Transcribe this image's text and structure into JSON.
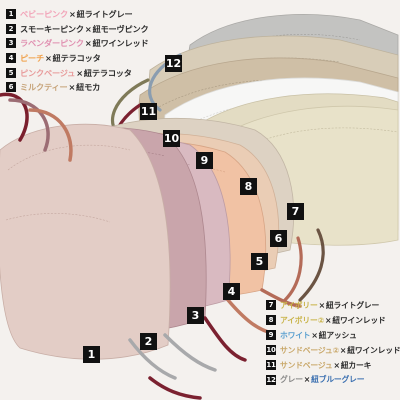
{
  "legend_left": [
    {
      "num": "1",
      "mask": "ベビーピンク",
      "mask_color": "#f2a3b8",
      "strap": "紐ライトグレー",
      "strap_color": "#3a3a3a"
    },
    {
      "num": "2",
      "mask": "スモーキーピンク",
      "mask_color": "#3a3a3a",
      "strap": "紐モーヴピンク",
      "strap_color": "#3a3a3a"
    },
    {
      "num": "3",
      "mask": "ラベンダーピンク",
      "mask_color": "#e08fb0",
      "strap": "紐ワインレッド",
      "strap_color": "#3a3a3a"
    },
    {
      "num": "4",
      "mask": "ピーチ",
      "mask_color": "#f0a04a",
      "strap": "紐テラコッタ",
      "strap_color": "#3a3a3a"
    },
    {
      "num": "5",
      "mask": "ピンクベージュ",
      "mask_color": "#e89a9a",
      "strap": "紐テラコッタ",
      "strap_color": "#3a3a3a"
    },
    {
      "num": "6",
      "mask": "ミルクティー",
      "mask_color": "#c7a47a",
      "strap": "紐モカ",
      "strap_color": "#3a3a3a"
    }
  ],
  "legend_right": [
    {
      "num": "7",
      "mask": "アイボリー",
      "mask_color": "#c9b44a",
      "strap": "紐ライトグレー",
      "strap_color": "#3a3a3a"
    },
    {
      "num": "8",
      "mask": "アイボリー②",
      "mask_color": "#c9b44a",
      "strap": "紐ワインレッド",
      "strap_color": "#3a3a3a"
    },
    {
      "num": "9",
      "mask": "ホワイト",
      "mask_color": "#5aa0d0",
      "strap": "紐アッシュ",
      "strap_color": "#3a3a3a"
    },
    {
      "num": "10",
      "mask": "サンドベージュ②",
      "mask_color": "#c9a86a",
      "strap": "紐ワインレッド",
      "strap_color": "#3a3a3a"
    },
    {
      "num": "11",
      "mask": "サンドベージュ",
      "mask_color": "#c9a86a",
      "strap": "紐カーキ",
      "strap_color": "#3a3a3a"
    },
    {
      "num": "12",
      "mask": "グレー",
      "mask_color": "#8a8a8a",
      "strap": "紐ブルーグレー",
      "strap_color": "#3a6fb0"
    }
  ],
  "separator": "×",
  "tags": [
    "1",
    "2",
    "3",
    "4",
    "5",
    "6",
    "7",
    "8",
    "9",
    "10",
    "11",
    "12"
  ]
}
